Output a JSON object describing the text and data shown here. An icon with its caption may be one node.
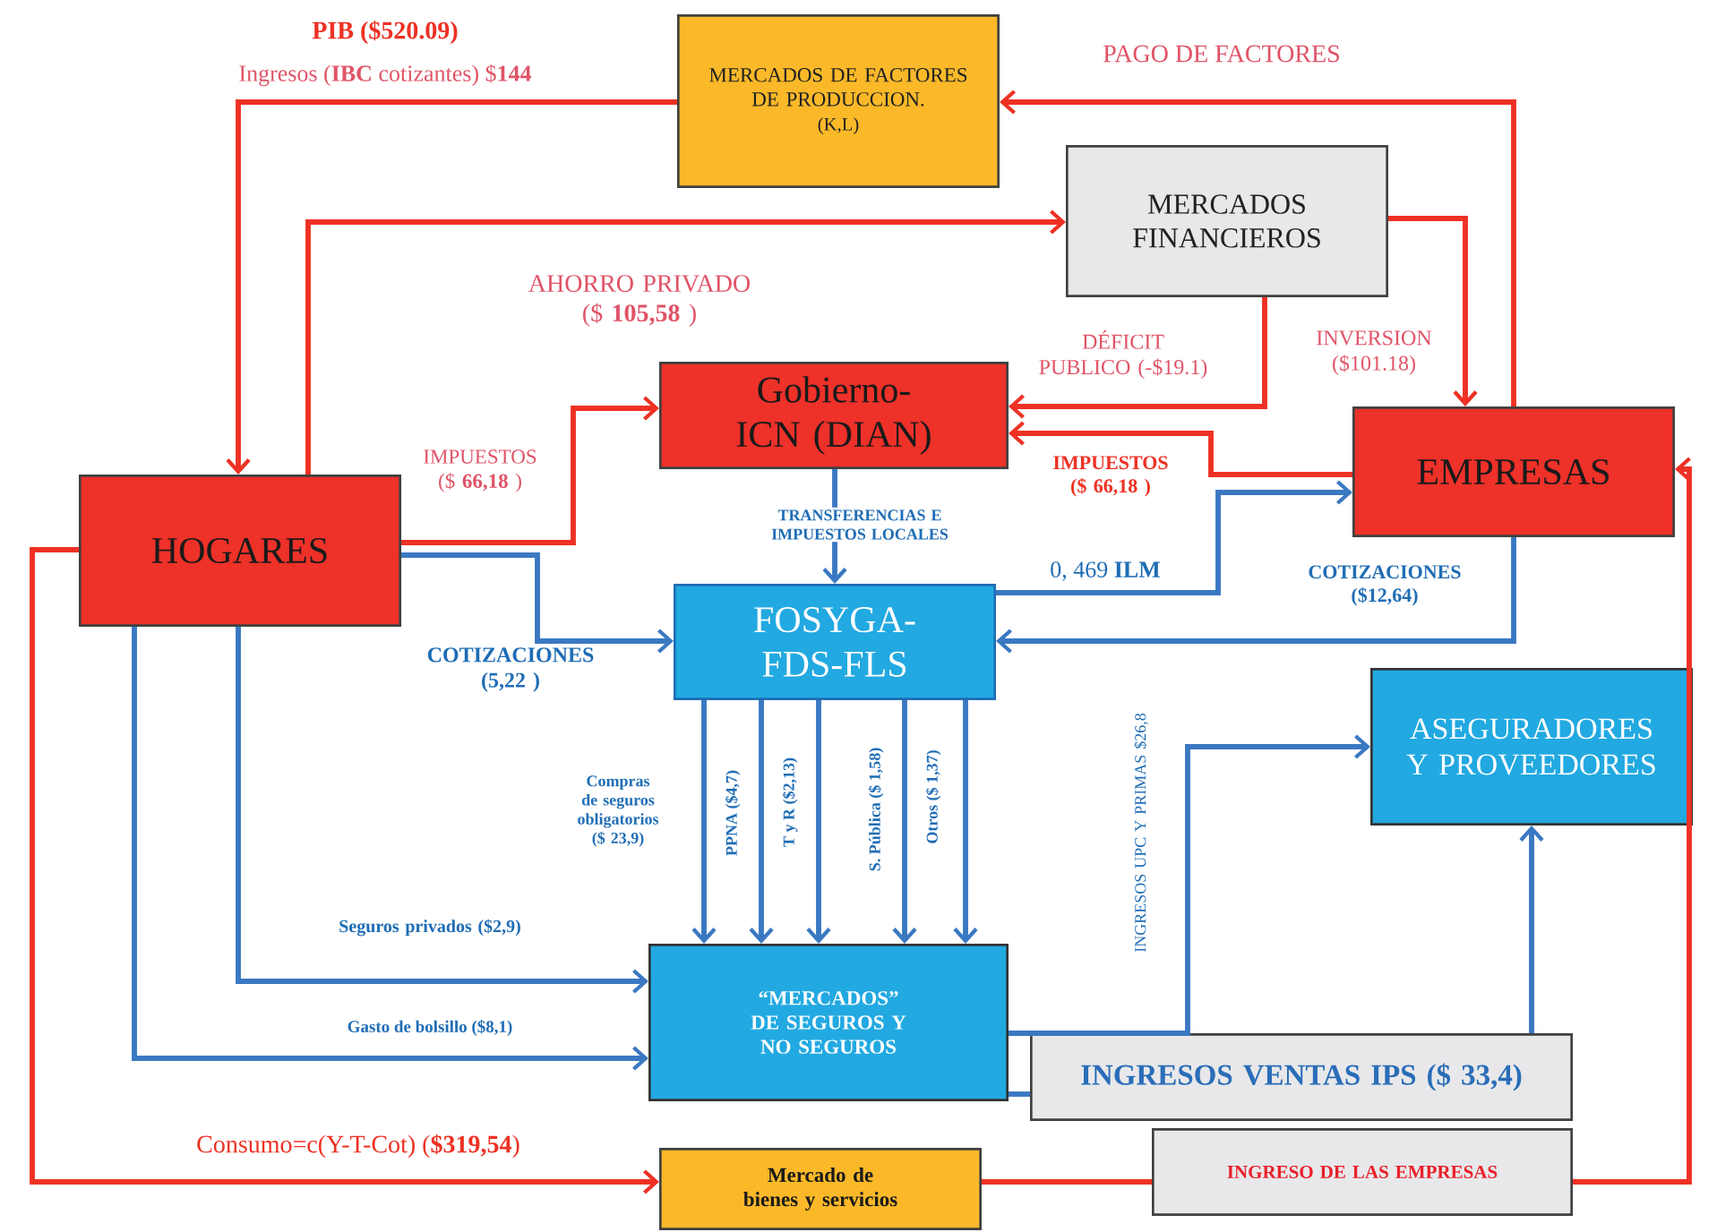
{
  "diagram": {
    "nodes": [
      {
        "text": [
          "MERCADOS DE FACTORES DE PRODUCCION.",
          "(K,L)"
        ]
      },
      {
        "text": [
          "MERCADOS FINANCIEROS"
        ]
      },
      {
        "text": [
          "Gobierno-ICN (DIAN)"
        ]
      },
      {
        "text": [
          "EMPRESAS"
        ]
      },
      {
        "text": [
          "HOGARES"
        ]
      },
      {
        "text": [
          "FOSYGA-FDS-FLS"
        ]
      },
      {
        "text": [
          "ASEGURADORES Y PROVEEDORES"
        ]
      },
      {
        "text": [
          "“MERCADOS” DE SEGUROS Y NO SEGUROS"
        ]
      },
      {
        "text": [
          "INGRESOS VENTAS IPS ($ 33,4)"
        ]
      },
      {
        "text": [
          "Mercado de bienes y servicios"
        ]
      },
      {
        "text": [
          "INGRESO DE LAS EMPRESAS"
        ]
      }
    ],
    "edges": [
      {
        "from": 0,
        "to": 4,
        "arrow": "to",
        "color": "#ee3124"
      },
      {
        "from": 3,
        "to": 0,
        "arrow": "to",
        "color": "#ee3124"
      },
      {
        "from": 4,
        "to": 1,
        "arrow": "to",
        "color": "#ee3124"
      },
      {
        "from": 1,
        "to": 3,
        "arrow": "to",
        "color": "#ee3124"
      },
      {
        "from": 1,
        "to": 2,
        "arrow": "to",
        "color": "#ee3124"
      },
      {
        "from": 3,
        "to": 2,
        "arrow": "to",
        "color": "#ee3124"
      },
      {
        "from": 4,
        "to": 2,
        "arrow": "to",
        "color": "#ee3124"
      },
      {
        "from": 2,
        "to": 5,
        "arrow": "to"
      },
      {
        "from": 4,
        "to": 5,
        "arrow": "to"
      },
      {
        "from": 3,
        "to": 5,
        "arrow": "to"
      },
      {
        "from": 5,
        "to": 3,
        "arrow": "to"
      },
      {
        "from": 5,
        "to": 7,
        "arrow": "to"
      },
      {
        "from": 5,
        "to": 7,
        "arrow": "to"
      },
      {
        "from": 5,
        "to": 7,
        "arrow": "to"
      },
      {
        "from": 5,
        "to": 7,
        "arrow": "to"
      },
      {
        "from": 5,
        "to": 7,
        "arrow": "to"
      },
      {
        "from": 4,
        "to": 7,
        "arrow": "to"
      },
      {
        "from": 4,
        "to": 7,
        "arrow": "to"
      },
      {
        "from": 7,
        "to": 6,
        "arrow": "to"
      },
      {
        "from": 8,
        "to": 6,
        "arrow": "to"
      },
      {
        "from": 7,
        "to": 8,
        "arrow": "none"
      },
      {
        "from": 4,
        "to": 9,
        "arrow": "to",
        "color": "#ee3124"
      },
      {
        "from": 9,
        "to": 10,
        "arrow": "none",
        "color": "#ee3124"
      },
      {
        "from": 10,
        "to": 3,
        "arrow": "to",
        "color": "#ee3124"
      }
    ],
    "labels": [
      "PIB ($520.09)",
      "Ingresos (**IBC** cotizantes) $**144**",
      "PAGO DE FACTORES",
      "AHORRO PRIVADO ($ **105,58** )",
      "DÉFICIT PUBLICO (-$19.1)",
      "INVERSION ($101.18)",
      "IMPUESTOS ($ **66,18** )",
      "IMPUESTOS ($ 66,18 )",
      "TRANSFERENCIAS E IMPUESTOS LOCALES",
      "0, 469 **ILM**",
      "COTIZACIONES ($12,64)",
      "COTIZACIONES (5,22 )",
      "Compras de seguros obligatorios ($ 23,9)",
      "PPNA ($4,7)",
      "T y R ($2,13)",
      "S. Pública ($ 1,58)",
      "Otros ($ 1,37)",
      "Seguros privados ($2,9)",
      "Gasto de bolsillo ($8,1)",
      "INGRESOS UPC Y PRIMAS $26,8",
      "Consumo=c(Y-T-Cot) (**$319,54**)"
    ]
  }
}
